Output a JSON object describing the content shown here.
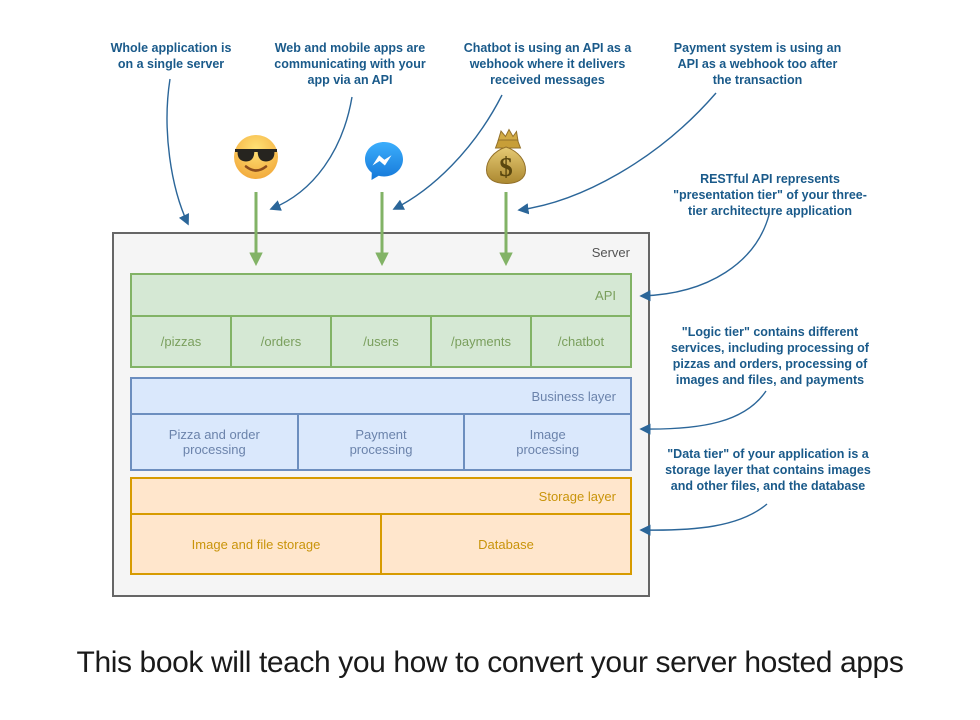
{
  "annotations": {
    "single_server": "Whole application is\non a single server",
    "web_mobile": "Web and mobile apps are\ncommunicating with your\napp via an API",
    "chatbot": "Chatbot is using an API as a\nwebhook where it delivers\nreceived messages",
    "payment": "Payment system is using an\nAPI as a webhook too after\nthe transaction",
    "restful_api": "RESTful API represents\n\"presentation tier\" of your three-\ntier architecture application",
    "logic_tier": "\"Logic tier\" contains different\nservices, including processing of\npizzas and orders, processing of\nimages and files, and payments",
    "data_tier": "\"Data tier\" of your application is a\nstorage layer that contains images\nand other files, and the database"
  },
  "server": {
    "label": "Server",
    "api_layer": {
      "label": "API",
      "routes": [
        "/pizzas",
        "/orders",
        "/users",
        "/payments",
        "/chatbot"
      ]
    },
    "business_layer": {
      "label": "Business layer",
      "services": [
        "Pizza and order\nprocessing",
        "Payment\nprocessing",
        "Image\nprocessing"
      ]
    },
    "storage_layer": {
      "label": "Storage layer",
      "stores": [
        "Image and file storage",
        "Database"
      ]
    }
  },
  "icons": {
    "user": "smiling-face-with-sunglasses-emoji",
    "chatbot": "messenger-bubble-icon",
    "payment": "money-bag-emoji"
  },
  "caption": "This book will teach you how to convert your server hosted apps",
  "colors": {
    "annotation_text": "#1a5a8a",
    "arrow_blue": "#2b6699",
    "arrow_green": "#82b366",
    "green_fill": "#d5e8d4",
    "green_stroke": "#82b366",
    "blue_fill": "#dae8fc",
    "blue_stroke": "#6c8ebf",
    "orange_fill": "#ffe6cc",
    "orange_stroke": "#d79b00",
    "server_fill": "#f5f5f5",
    "server_stroke": "#666666"
  }
}
